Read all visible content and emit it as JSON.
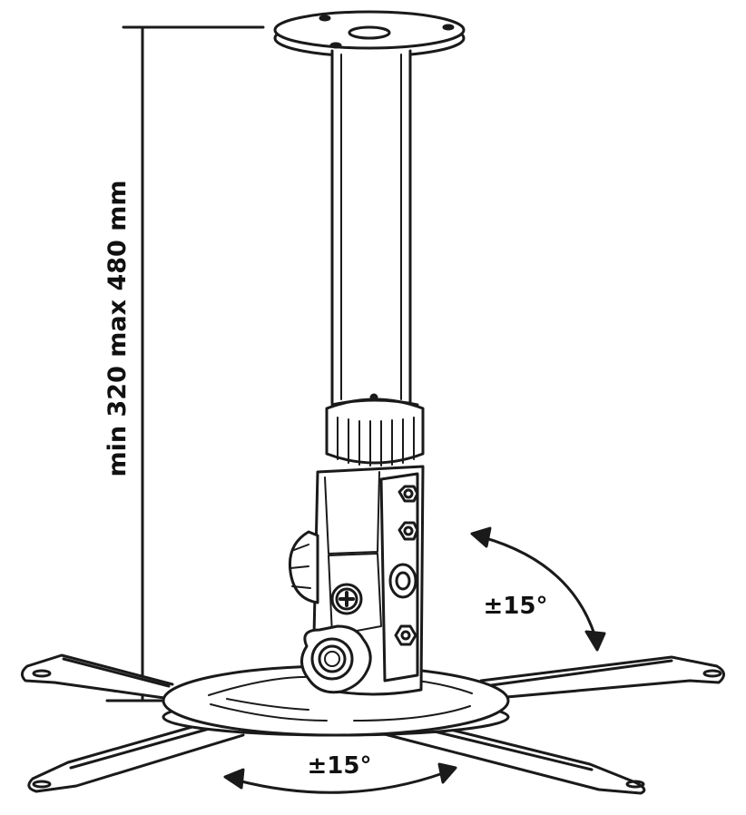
{
  "diagram": {
    "height_label": "min 320 max 480 mm",
    "tilt_label": "±15°",
    "swivel_label": "±15°"
  },
  "colors": {
    "stroke": "#1a1a1a",
    "fill": "#ffffff",
    "shade": "#d9d9d9"
  }
}
